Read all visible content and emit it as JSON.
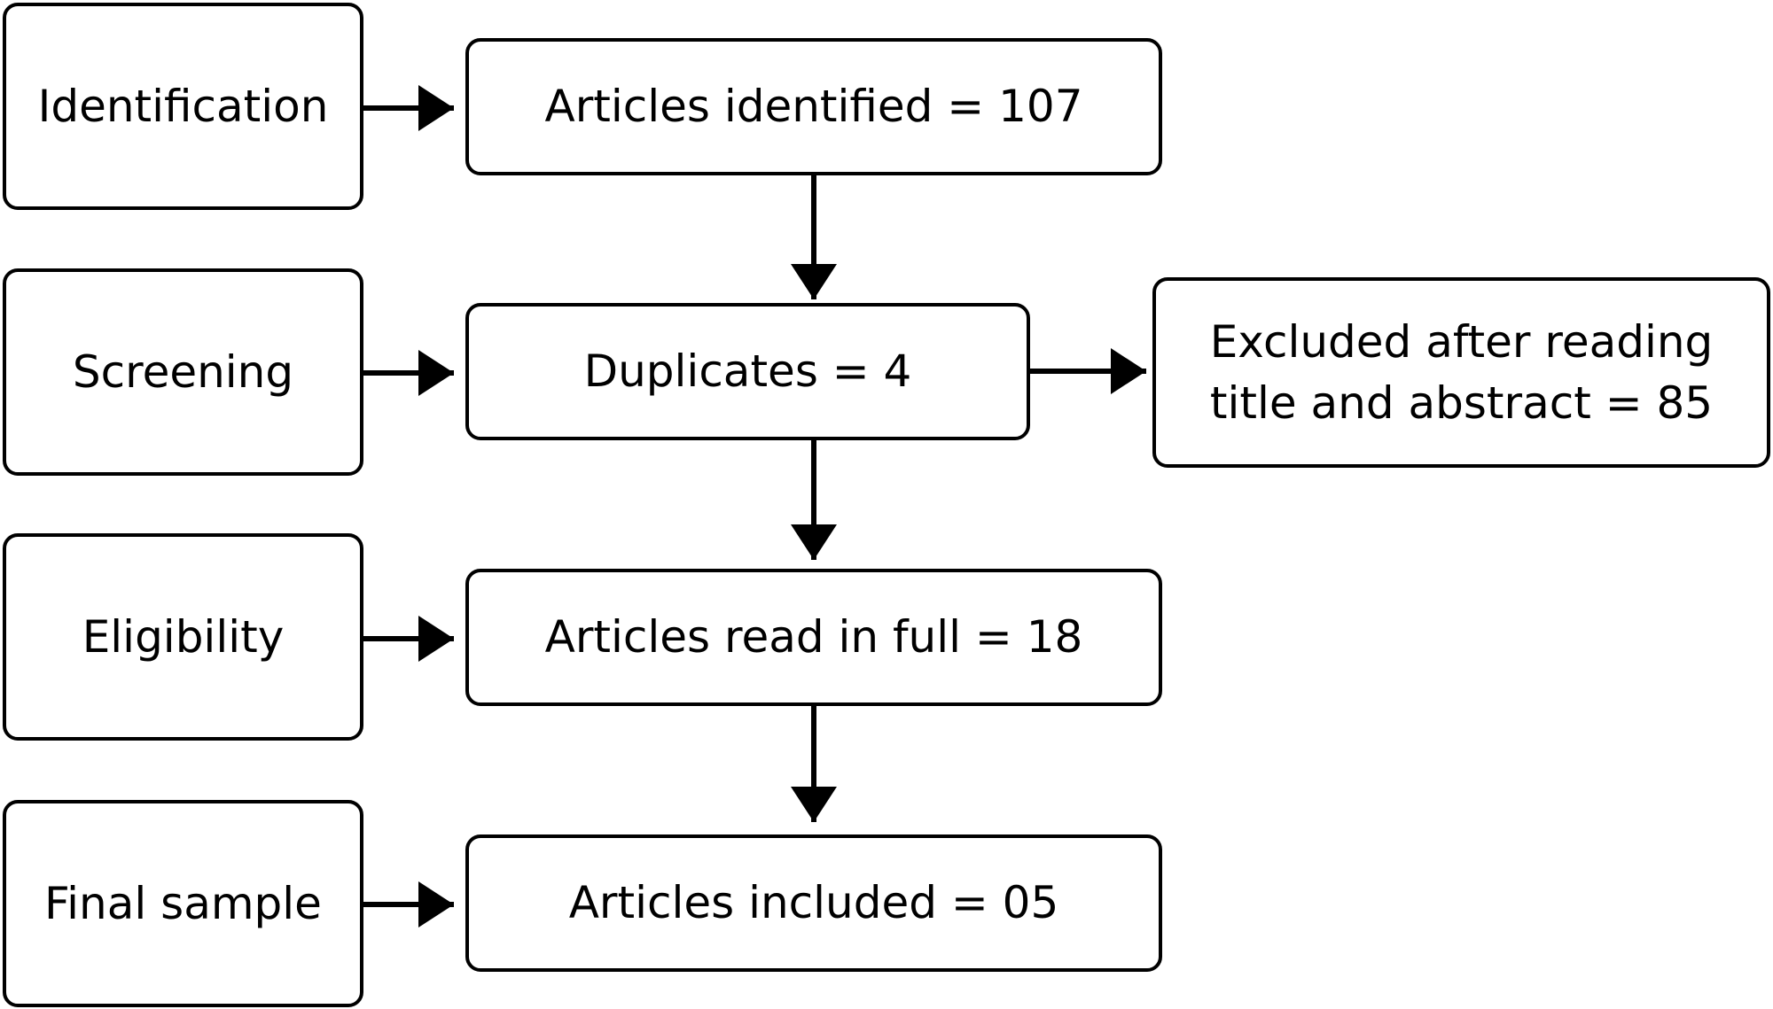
{
  "stages": [
    {
      "label": "Identification"
    },
    {
      "label": "Screening"
    },
    {
      "label": "Eligibility"
    },
    {
      "label": "Final sample"
    }
  ],
  "flow": {
    "identified": "Articles identified = 107",
    "duplicates": "Duplicates = 4",
    "read_in_full": "Articles read in full = 18",
    "included": "Articles included = 05"
  },
  "exclusion": {
    "line1": "Excluded after reading",
    "line2": "title and abstract = 85"
  }
}
